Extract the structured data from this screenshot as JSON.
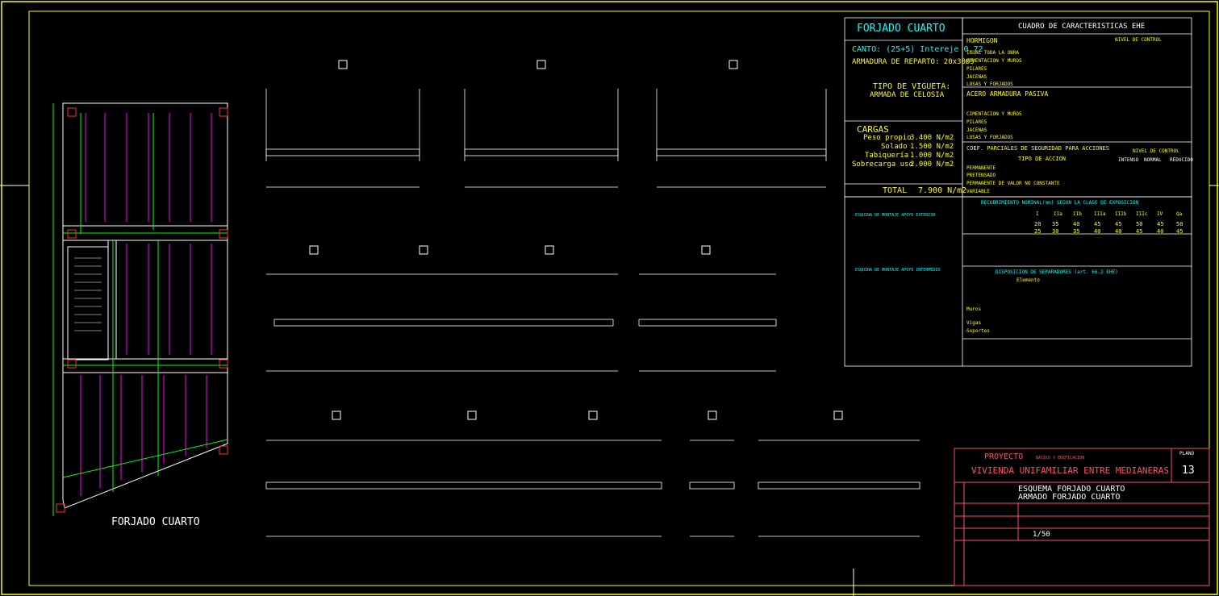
{
  "colors": {
    "background": "#000000",
    "frame": "#ffff00",
    "title_box": "#ff4d6d",
    "table_lines": "#ffffff",
    "cyan": "#00ffff",
    "yellow": "#ffff00",
    "magenta": "#ff00ff",
    "green": "#00ff00",
    "red": "#ff3030"
  },
  "plan": {
    "label": "FORJADO CUARTO"
  },
  "spec": {
    "title": "FORJADO CUARTO",
    "canto": "CANTO: (25+5) Intereje 0.72",
    "armadura_reparto": "ARMADURA DE REPARTO: 20x30Ø5",
    "tipo_vigueta_1": "TIPO DE VIGUETA:",
    "tipo_vigueta_2": "ARMADA DE CELOSIA",
    "cargas_title": "CARGAS",
    "loads": [
      {
        "label": "Peso propio",
        "value": "3.400 N/m2"
      },
      {
        "label": "Solado",
        "value": "1.500 N/m2"
      },
      {
        "label": "Tabiquería",
        "value": "1.000 N/m2"
      },
      {
        "label": "Sobrecarga uso",
        "value": "2.000 N/m2"
      }
    ],
    "total_label": "TOTAL",
    "total_value": "7.900 N/m2"
  },
  "ehe": {
    "title": "CUADRO DE CARACTERISTICAS  EHE",
    "hormigon": "HORMIGON",
    "nivel_control": "NIVEL DE CONTROL",
    "toda_obra": "IGUAL TODA LA OBRA",
    "rows_hormigon": [
      "CIMENTACION Y MUROS",
      "PILARES",
      "JACENAS",
      "LOSAS Y FORJADOS"
    ],
    "acero": "ACERO ARMADURA PASIVA",
    "rows_acero": [
      "CIMENTACION Y MUROS",
      "PILARES",
      "JACENAS",
      "LOSAS Y FORJADOS"
    ],
    "coef_title": "COEF. PARCIALES DE SEGURIDAD PARA ACCIONES",
    "tipo_accion": "TIPO DE ACCION",
    "nivel_control2": "NIVEL DE CONTROL",
    "accion_cols": [
      "INTENSO",
      "NORMAL",
      "REDUCIDO"
    ],
    "acciones": [
      "PERMANENTE",
      "PRETENSADO",
      "PERMANENTE DE VALOR NO CONSTANTE",
      "VARIABLE"
    ],
    "recubrimiento": "RECUBRIMIENTO NOMINAL(mm) SEGUN LA CLASE DE EXPOSICION",
    "rec_cols": [
      "I",
      "IIa",
      "IIb",
      "IIIa",
      "IIIb",
      "IIIc",
      "IV",
      "Qa"
    ],
    "rec_row1": [
      "20",
      "35",
      "40",
      "45",
      "45",
      "50",
      "45",
      "50"
    ],
    "rec_row2": [
      "25",
      "30",
      "35",
      "40",
      "40",
      "45",
      "40",
      "45"
    ],
    "separadores": "DISPOSICION DE SEPARADORES (art. 66.2 EHE)",
    "sep_rows": [
      "Elemento",
      "Muros",
      "Vigas",
      "Soportes"
    ]
  },
  "details": {
    "label1": "ESQUINA DE MONTAJE APOYO EXTERIOR",
    "label2": "ESQUINA DE MONTAJE APOYO INTERMEDIO"
  },
  "title_block": {
    "proyecto": "PROYECTO",
    "proyecto_sub": "BASICO Y EDIFICACION",
    "obra": "VIVIENDA UNIFAMILIAR ENTRE MEDIANERAS",
    "plano_label": "PLANO",
    "plano_num": "13",
    "desc1": "ESQUEMA FORJADO CUARTO",
    "desc2": "ARMADO FORJADO CUARTO",
    "escala_value": "1/50"
  }
}
